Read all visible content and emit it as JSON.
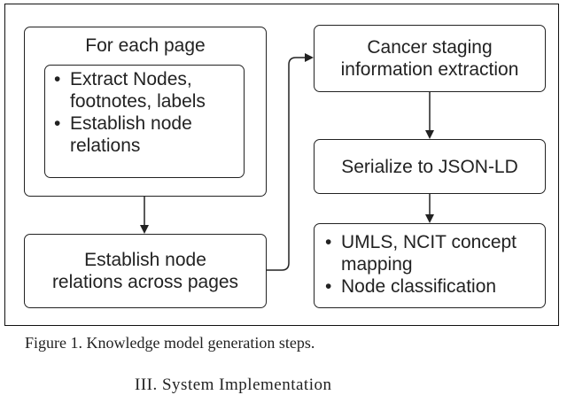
{
  "diagram": {
    "page_box": {
      "title": "For each page",
      "items": [
        "Extract Nodes, footnotes, labels",
        "Establish node relations"
      ]
    },
    "across_box": {
      "label": "Establish node relations across pages"
    },
    "cancer_box": {
      "label": "Cancer staging information extraction"
    },
    "serialize_box": {
      "label": "Serialize to JSON-LD"
    },
    "mapping_box": {
      "items": [
        "UMLS, NCIT concept mapping",
        "Node classification"
      ]
    }
  },
  "caption": "Figure 1. Knowledge model generation steps.",
  "section_heading": "III.    System Implementation"
}
